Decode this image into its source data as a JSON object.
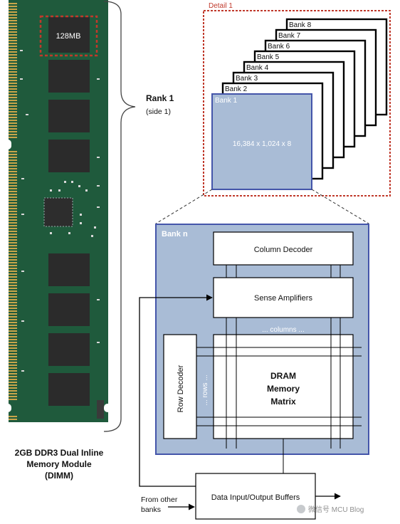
{
  "dimm": {
    "chip_label": "128MB",
    "caption_line1": "2GB DDR3 Dual Inline",
    "caption_line2": "Memory Module",
    "caption_line3": "(DIMM)",
    "pcb_color": "#1f5a3c",
    "chip_color": "#2b2b2b",
    "contact_color": "#c9a54a"
  },
  "rank": {
    "title": "Rank 1",
    "subtitle": "(side 1)"
  },
  "detail": {
    "label": "Detail 1",
    "border_color": "#c0392b",
    "banks": [
      "Bank 8",
      "Bank 7",
      "Bank 6",
      "Bank 5",
      "Bank 4",
      "Bank 3",
      "Bank 2"
    ],
    "front_bank": "Bank 1",
    "front_dims": "16,384 x 1,024 x 8",
    "bank_fill": "#a9bcd6",
    "bank_border": "#4455aa"
  },
  "bank_n": {
    "title": "Bank n",
    "fill": "#a9bcd6",
    "border": "#4455aa",
    "column_decoder": "Column Decoder",
    "sense_amplifiers": "Sense Amplifiers",
    "columns_label": "... columns ...",
    "row_decoder": "Row Decoder",
    "rows_label": "... rows ...",
    "matrix_line1": "DRAM",
    "matrix_line2": "Memory",
    "matrix_line3": "Matrix"
  },
  "io": {
    "buffers": "Data Input/Output Buffers",
    "from_other_line1": "From other",
    "from_other_line2": "banks"
  },
  "watermark": "微信号 MCU Blog"
}
